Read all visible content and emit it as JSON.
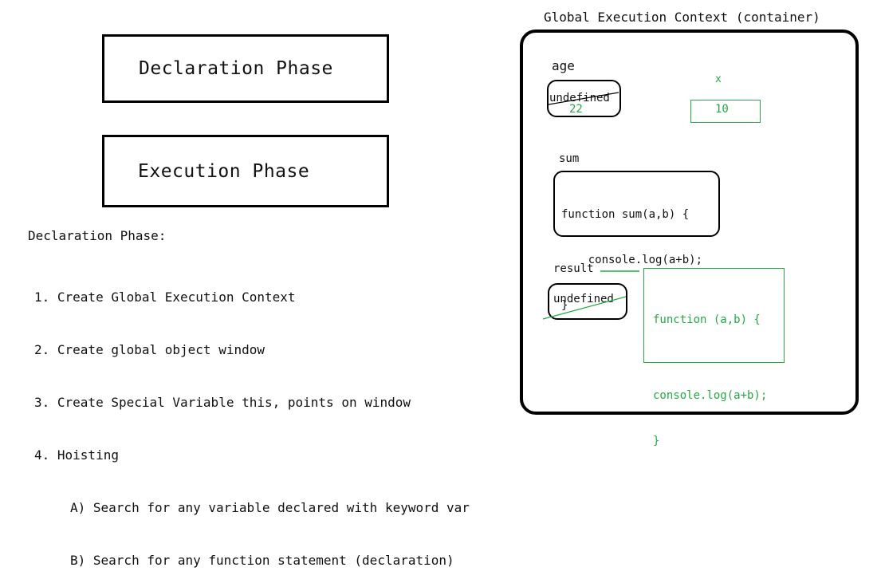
{
  "phases": {
    "declaration": "Declaration Phase",
    "execution": "Execution Phase"
  },
  "notes": {
    "title": "Declaration Phase:",
    "items": [
      "1. Create Global Execution Context",
      "2. Create global object window",
      "3. Create Special Variable this, points on window",
      "4. Hoisting"
    ],
    "hoisting_sub": [
      "A) Search for any variable declared with keyword var",
      "B) Search for any function statement (declaration)"
    ]
  },
  "context": {
    "title": "Global Execution Context (container)",
    "age": {
      "label": "age",
      "old_value": "undefined",
      "new_value": "22"
    },
    "x": {
      "label": "x",
      "value": "10"
    },
    "sum": {
      "label": "sum",
      "code": [
        "function sum(a,b) {",
        "    console.log(a+b);",
        "}"
      ]
    },
    "result": {
      "label": "result",
      "old_value": "undefined",
      "code": [
        "function (a,b) {",
        "",
        "console.log(a+b);",
        "}"
      ]
    }
  },
  "colors": {
    "ink": "#000000",
    "update": "#22aa44"
  }
}
